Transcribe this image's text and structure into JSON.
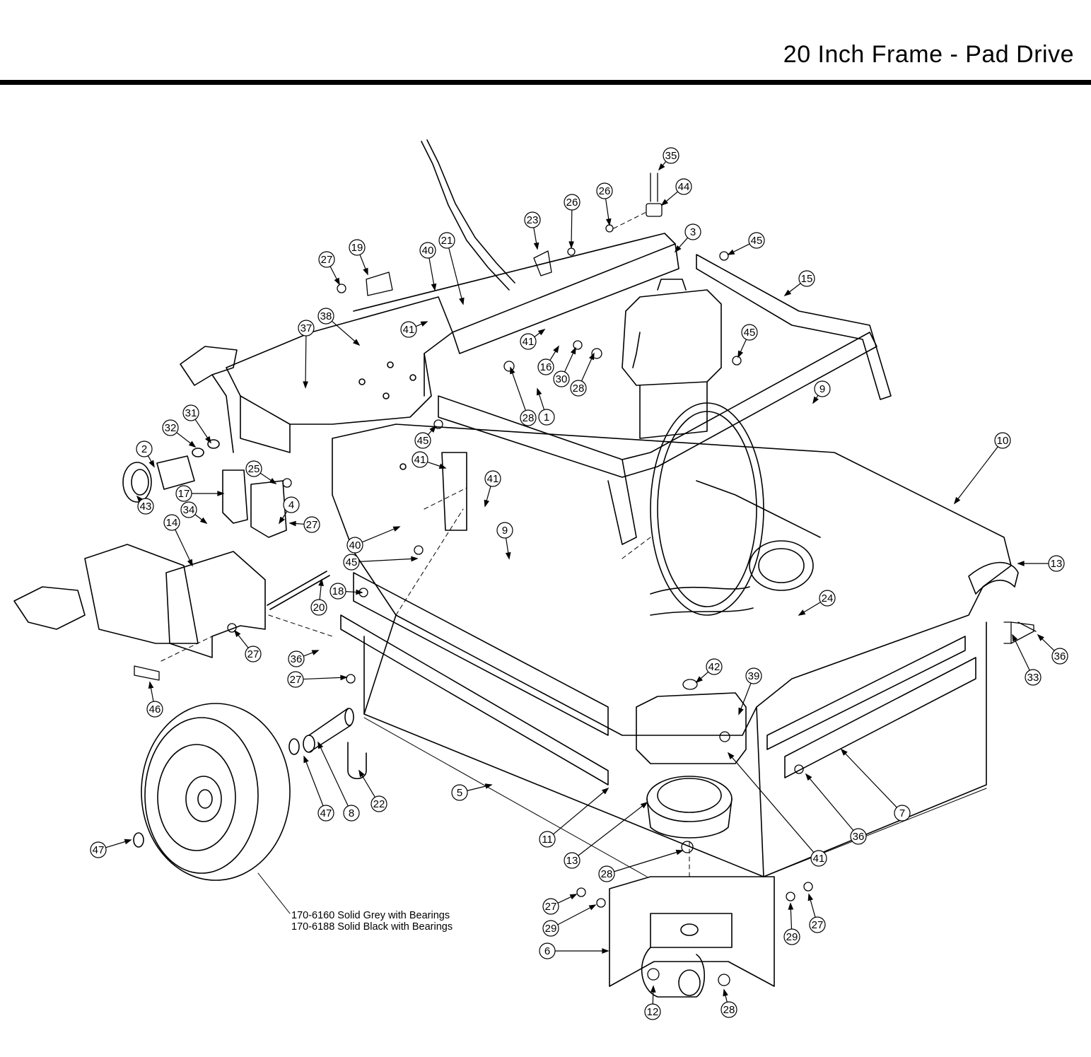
{
  "header": {
    "title": "20 Inch Frame - Pad Drive"
  },
  "wheel_note": {
    "line1": "170-6160 Solid Grey with Bearings",
    "line2": "170-6188 Solid Black with Bearings"
  },
  "callouts": [
    "35",
    "44",
    "26",
    "26",
    "23",
    "3",
    "45",
    "15",
    "19",
    "27",
    "40",
    "21",
    "41",
    "41",
    "16",
    "30",
    "28",
    "38",
    "37",
    "45",
    "9",
    "10",
    "31",
    "32",
    "2",
    "43",
    "28",
    "1",
    "45",
    "41",
    "41",
    "25",
    "17",
    "4",
    "27",
    "34",
    "14",
    "40",
    "9",
    "45",
    "18",
    "20",
    "27",
    "13",
    "24",
    "36",
    "33",
    "36",
    "27",
    "46",
    "42",
    "39",
    "5",
    "47",
    "8",
    "22",
    "11",
    "13",
    "41",
    "7",
    "36",
    "47",
    "28",
    "27",
    "29",
    "29",
    "27",
    "6",
    "12",
    "28"
  ]
}
